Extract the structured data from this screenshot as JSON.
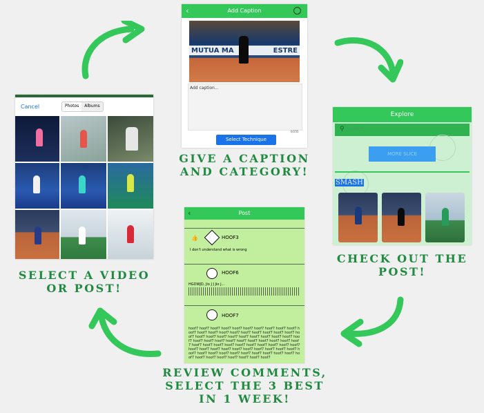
{
  "colors": {
    "accent": "#34c759",
    "caption_green": "#1f8a40",
    "blue_button": "#1a73e8"
  },
  "captions": {
    "step1": [
      "SELECT A VIDEO",
      "OR POST!"
    ],
    "step2": [
      "GIVE A CAPTION",
      "AND CATEGORY!"
    ],
    "step3": [
      "CHECK OUT THE",
      "POST!"
    ],
    "step4": [
      "REVIEW COMMENTS,",
      "SELECT THE 3 BEST",
      "IN 1 WEEK!"
    ]
  },
  "picker": {
    "cancel_label": "Cancel",
    "tabs": [
      "Photos",
      "Albums"
    ]
  },
  "add_caption": {
    "title": "Add Caption",
    "placeholder": "Add caption...",
    "counter": "0/255",
    "select_button": "Select Technique",
    "banner_text": "MUTUA MA",
    "banner_text2": "ESTRE"
  },
  "explore": {
    "title": "Explore",
    "search_placeholder": "Search",
    "more_button": "MORE SLICE",
    "category_label": "SMASH"
  },
  "post": {
    "title": "Post",
    "comments": [
      {
        "user": "HOOF3",
        "emoji": "👍",
        "text": "I don't understand what is wrong"
      },
      {
        "user": "HOOF6",
        "text": "HGDWJD, Jio J J Jio J..."
      },
      {
        "user": "HOOF7",
        "text": "hoof7 hoof7 hoof7 hoof7 hoof7 hoof7 hoof7 hoof7 hoof7 hoof7 hoof7 hoof7 hoof7 hoof7 hoof7 hoof7 hoof7 hoof7 hoof7 hoof7 hoof7 hoof7 hoof7 hoof7 hoof7 hoof7 hoof7 hoof7 hoof7 hoof7 hoof7 hoof7 hoof7 hoof7 hoof7 hoof7 hoof7 hoof7 hoof7 hoof7 hoof7 hoof7 hoof7 hoof7 hoof7 hoof7 hoof7 hoof7 hoof7 hoof7 hoof7 hoof7 hoof7 hoof7 hoof7 hoof7 hoof7 hoof7 hoof7 hoof7 hoof7 hoof7 hoof7 hoof7 hoof7 hoof7 hoof7 hoof7 hoof7 hoof7 hoof7 hoof7 hoof7 hoof7 hoof7 hoof7 hoof7 hoof7 hoof7"
      }
    ]
  }
}
